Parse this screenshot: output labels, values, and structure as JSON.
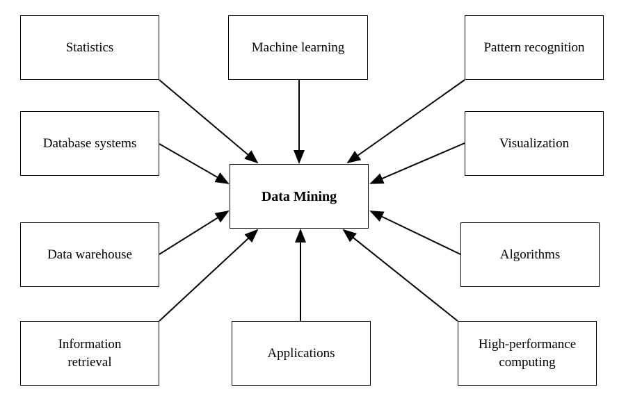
{
  "diagram": {
    "center": {
      "label": "Data Mining"
    },
    "sources": {
      "statistics": "Statistics",
      "machine_learning": "Machine learning",
      "pattern_recognition": "Pattern recognition",
      "database_systems": "Database systems",
      "visualization": "Visualization",
      "data_warehouse": "Data warehouse",
      "algorithms": "Algorithms",
      "information_retrieval": "Information\nretrieval",
      "applications": "Applications",
      "high_performance_computing": "High-performance\ncomputing"
    }
  }
}
